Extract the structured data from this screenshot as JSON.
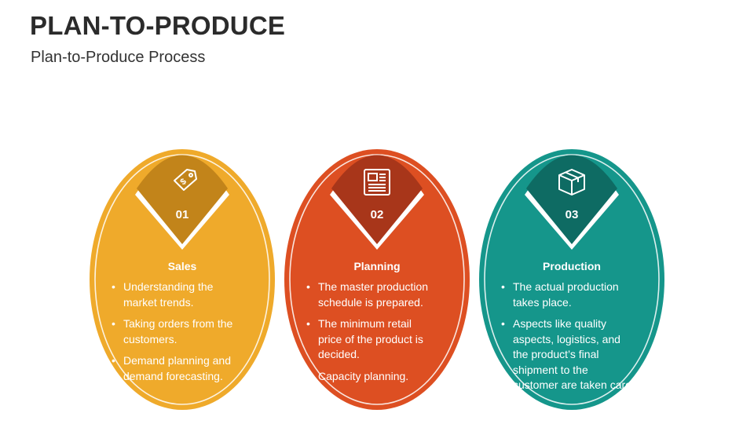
{
  "header": {
    "title": "PLAN-TO-PRODUCE",
    "subtitle": "Plan-to-Produce Process"
  },
  "steps": [
    {
      "number": "01",
      "heading": "Sales",
      "icon": "price-tag-icon",
      "color": "#efaa2b",
      "accent": "#c2841a",
      "bullets": [
        "Understanding the market trends.",
        "Taking orders from the customers.",
        "Demand planning and demand forecasting."
      ]
    },
    {
      "number": "02",
      "heading": "Planning",
      "icon": "newspaper-icon",
      "color": "#dd4f22",
      "accent": "#a8361a",
      "bullets": [
        "The master production schedule is prepared.",
        "The minimum retail price of the product is decided.",
        "Capacity planning."
      ]
    },
    {
      "number": "03",
      "heading": "Production",
      "icon": "box-icon",
      "color": "#15968b",
      "accent": "#0e6b63",
      "bullets": [
        "The actual production takes place.",
        "Aspects like quality aspects, logistics, and the product’s final shipment to the customer are taken care of."
      ]
    }
  ]
}
